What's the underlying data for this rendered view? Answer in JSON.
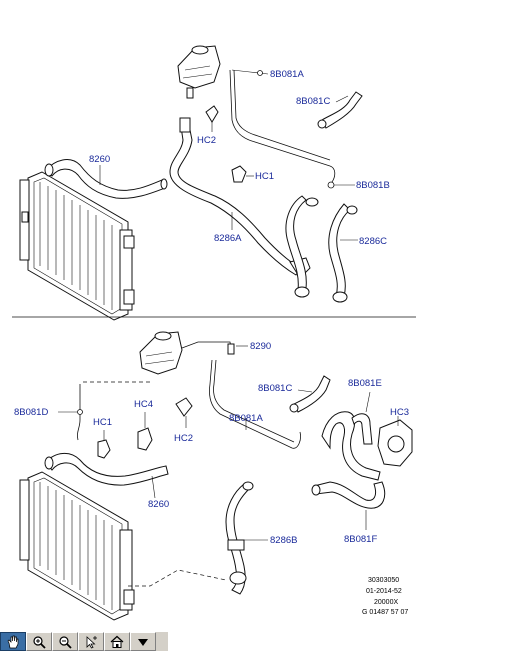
{
  "top_diagram": {
    "labels": {
      "hose_8260": "8260",
      "hose_8286a": "8286A",
      "hose_8286c": "8286C",
      "pipe_8b081a": "8B081A",
      "pipe_8b081b": "8B081B",
      "pipe_8b081c": "8B081C",
      "clip_hc1": "HC1",
      "clip_hc2": "HC2"
    }
  },
  "bottom_diagram": {
    "labels": {
      "hose_8260": "8260",
      "hose_8286b": "8286B",
      "hose_8290": "8290",
      "pipe_8b081a": "8B081A",
      "pipe_8b081c": "8B081C",
      "pipe_8b081d": "8B081D",
      "pipe_8b081e": "8B081E",
      "pipe_8b081f": "8B081F",
      "clip_hc1": "HC1",
      "clip_hc2": "HC2",
      "clip_hc3": "HC3",
      "clip_hc4": "HC4"
    }
  },
  "reference_block": {
    "line1": "30303050",
    "line2": "01-2014-52",
    "line3": "20000X",
    "line4": "G 01487 57 07"
  },
  "toolbar": {
    "buttons": [
      {
        "name": "pan-tool-button",
        "icon": "hand-icon"
      },
      {
        "name": "zoom-in-button",
        "icon": "zoom-in-icon"
      },
      {
        "name": "zoom-out-button",
        "icon": "zoom-out-icon"
      },
      {
        "name": "select-tool-button",
        "icon": "pointer-icon"
      },
      {
        "name": "home-button",
        "icon": "home-icon"
      },
      {
        "name": "menu-dropdown-button",
        "icon": "triangle-down-icon"
      }
    ],
    "active_color": "#3a6ea5"
  }
}
